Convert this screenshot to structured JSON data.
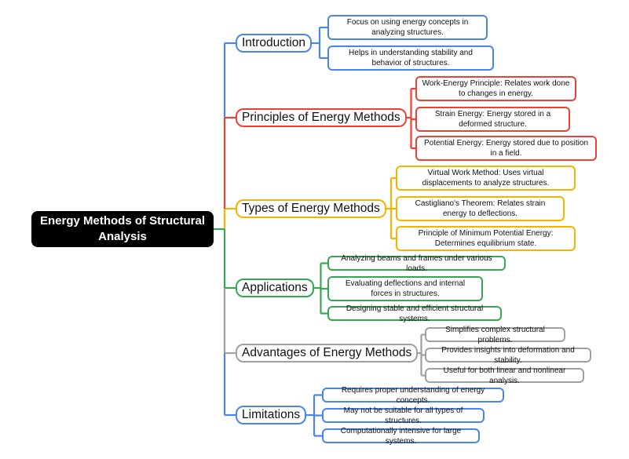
{
  "root": {
    "label": "Energy Methods of Structural Analysis"
  },
  "colors": {
    "blue": "#4a86e8",
    "red": "#e84336",
    "yellow": "#f5b400",
    "green": "#34a853",
    "gray": "#a0a0a0",
    "root_bg": "#000000"
  },
  "branches": [
    {
      "label": "Introduction",
      "color": "blue",
      "children": [
        "Focus on using energy concepts in analyzing structures.",
        "Helps in understanding stability and behavior of structures."
      ]
    },
    {
      "label": "Principles of Energy Methods",
      "color": "red",
      "children": [
        "Work-Energy Principle: Relates work done to changes in energy.",
        "Strain Energy: Energy stored in a deformed structure.",
        "Potential Energy: Energy stored due to position in a field."
      ]
    },
    {
      "label": "Types of Energy Methods",
      "color": "yellow",
      "children": [
        "Virtual Work Method: Uses virtual displacements to analyze structures.",
        "Castigliano's Theorem: Relates strain energy to deflections.",
        "Principle of Minimum Potential Energy: Determines equilibrium state."
      ]
    },
    {
      "label": "Applications",
      "color": "green",
      "children": [
        "Analyzing beams and frames under various loads.",
        "Evaluating deflections and internal forces in structures.",
        "Designing stable and efficient structural systems."
      ]
    },
    {
      "label": "Advantages of Energy Methods",
      "color": "gray",
      "children": [
        "Simplifies complex structural problems.",
        "Provides insights into deformation and stability.",
        "Useful for both linear and nonlinear analysis."
      ]
    },
    {
      "label": "Limitations",
      "color": "blue",
      "children": [
        "Requires proper understanding of energy concepts.",
        "May not be suitable for all types of structures.",
        "Computationally intensive for large systems."
      ]
    }
  ]
}
